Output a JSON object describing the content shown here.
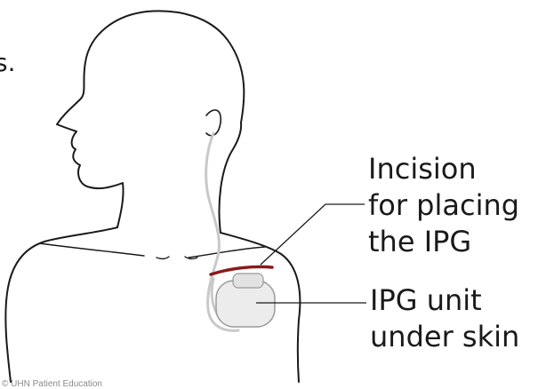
{
  "fragment_text": "s.",
  "labels": {
    "incision": [
      "Incision",
      "for placing",
      "the IPG"
    ],
    "ipg": [
      "IPG unit",
      "under skin"
    ]
  },
  "copyright": "© UHN Patient Education",
  "colors": {
    "outline": "#1a1a1a",
    "lead_wire": "#c9c9c9",
    "incision": "#8b1a1a",
    "device_fill": "#ececec",
    "device_edge": "#9a9a9a"
  }
}
